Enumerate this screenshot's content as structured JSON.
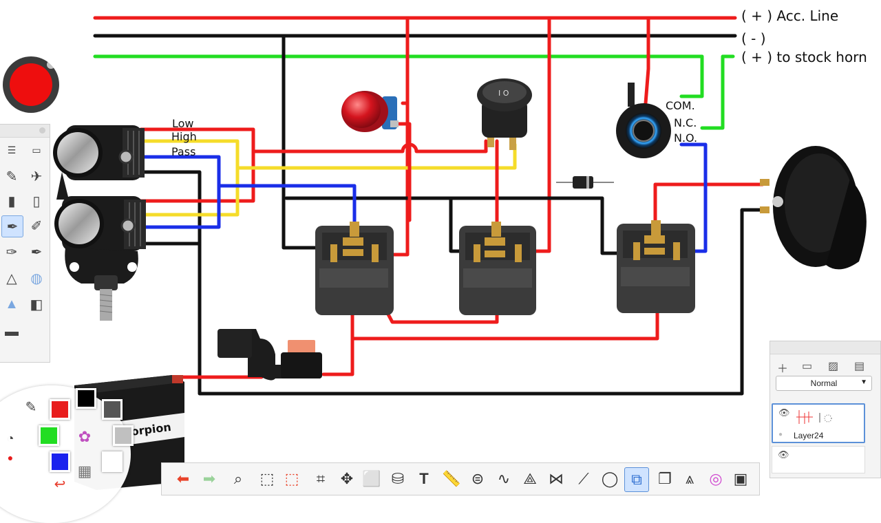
{
  "labels": {
    "acc_line": "( + )  Acc. Line",
    "minus": "( - )",
    "stock_horn": "( + ) to stock horn",
    "low": "Low",
    "high": "High",
    "pass": "Pass",
    "com": "COM.",
    "nc": "N.C.",
    "no": "N.O."
  },
  "battery_brand": "corpion",
  "layers": {
    "blend_mode": "Normal",
    "layer_name": "Layer24"
  },
  "colors": {
    "red_wire": "#ee1c1c",
    "black_wire": "#111111",
    "green_wire": "#22dd22",
    "yellow_wire": "#f5dc2a",
    "blue_wire": "#1a2ee8",
    "swatch_red": "#e81c1c",
    "swatch_black": "#000000",
    "swatch_gray": "#555555",
    "swatch_lightgray": "#c0c0c0",
    "swatch_green": "#22dd22",
    "swatch_blue": "#1a22ee",
    "swatch_white": "#ffffff"
  },
  "tools": {
    "left": [
      "sliders-icon",
      "brush-toggle-icon",
      "pencil-icon",
      "airbrush-icon",
      "marker-icon",
      "felt-pen-icon",
      "fountain-pen-icon",
      "calligraphy-icon",
      "ink-pen-icon",
      "pen-nib-icon",
      "smudge-icon",
      "water-drop-icon",
      "triangle-icon",
      "fill-bucket-icon",
      "eraser-icon"
    ],
    "bottom": [
      "undo-icon",
      "redo-icon",
      "zoom-icon",
      "select-rect-icon",
      "select-lasso-icon",
      "crop-icon",
      "transform-icon",
      "distort-icon",
      "layer-cylinder-icon",
      "text-icon",
      "ruler-icon",
      "symmetry-icon",
      "curve-icon",
      "perspective-icon",
      "mirror-icon",
      "line-icon",
      "ellipse-icon",
      "shape-icon",
      "layers-copy-icon",
      "brush-library-icon",
      "color-wheel-icon",
      "grid-icon"
    ]
  }
}
